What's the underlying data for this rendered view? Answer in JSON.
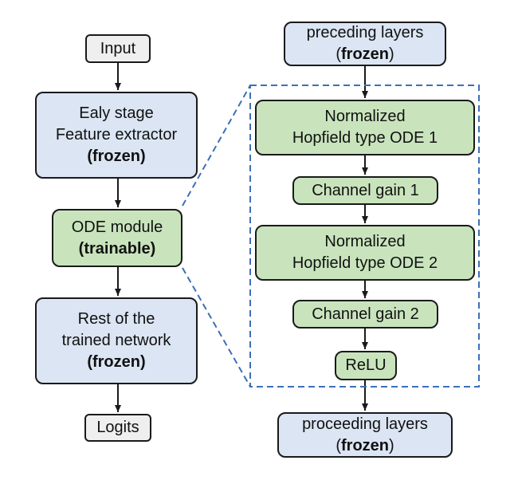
{
  "colors": {
    "frozen_fill": "#dbe5f3",
    "trainable_fill": "#c9e4bd",
    "terminal_fill": "#efefef",
    "dashed_outline": "#3d6fb6"
  },
  "left_column": {
    "input": "Input",
    "feature_extractor": {
      "line1": "Ealy stage",
      "line2": "Feature extractor",
      "line3": "(frozen)"
    },
    "ode_module": {
      "line1": "ODE module",
      "line2": "(trainable)"
    },
    "rest_network": {
      "line1": "Rest of the",
      "line2": "trained network",
      "line3": "(frozen)"
    },
    "logits": "Logits"
  },
  "right_column": {
    "preceding": {
      "line1": "preceding layers",
      "line2": "frozen",
      "paren_open": "(",
      "paren_close": ")"
    },
    "ode1": {
      "line1": "Normalized",
      "line2": "Hopfield type ODE 1"
    },
    "gain1": "Channel gain 1",
    "ode2": {
      "line1": "Normalized",
      "line2": "Hopfield type ODE 2"
    },
    "gain2": "Channel gain 2",
    "relu": "ReLU",
    "proceeding": {
      "line1": "proceeding layers",
      "line2": "frozen",
      "paren_open": "(",
      "paren_close": ")"
    }
  }
}
